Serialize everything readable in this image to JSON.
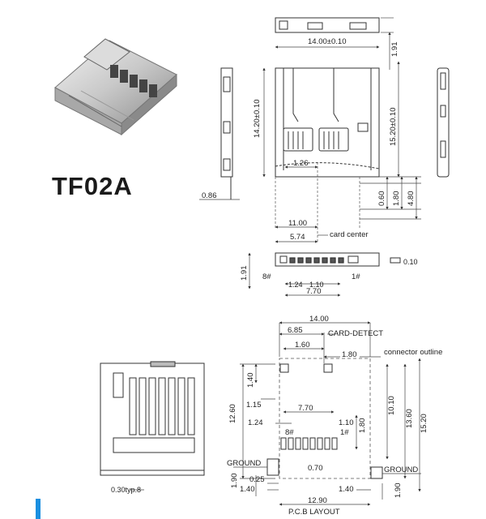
{
  "part_number": "TF02A",
  "colors": {
    "accent_bar": "#1a8fe0",
    "line": "#333333",
    "dim": "#444444"
  },
  "top_view": {
    "dims": {
      "width": "14.00±0.10",
      "top_gap": "1.91",
      "height_left": "14.20±0.10",
      "height_right": "15.20±0.10",
      "pitch": "1.26",
      "r1": "0.60",
      "r2": "1.80",
      "r3": "4.80",
      "c1": "11.00",
      "c2": "5.74",
      "left_0_86": "0.86"
    },
    "labels": {
      "card_center": "card center"
    }
  },
  "front_view": {
    "dims": {
      "height": "1.91",
      "pin8": "8#",
      "pin1": "1#",
      "pitch_a": "1.24",
      "pitch_b": "1.10",
      "span": "7.70",
      "thickness": "0.10"
    }
  },
  "bottom_view": {
    "dims": {
      "foot": "0.30typ.8"
    }
  },
  "pcb_layout": {
    "title": "P.C.B LAYOUT",
    "labels": {
      "card_detect": "CARD-DETECT",
      "connector_outline": "connector outline",
      "ground_left": "GROUND",
      "ground_right": "GROUND",
      "pin8": "8#",
      "pin1": "1#"
    },
    "dims": {
      "width": "14.00",
      "d6_85": "6.85",
      "d1_60": "1.60",
      "d1_80a": "1.80",
      "d1_40a": "1.40",
      "d1_15": "1.15",
      "d12_60": "12.60",
      "d7_70": "7.70",
      "d1_24": "1.24",
      "d1_10": "1.10",
      "d1_80b": "1.80",
      "d10_10": "10.10",
      "d13_60": "13.60",
      "d15_20": "15.20",
      "d0_70": "0.70",
      "d0_25": "0.25",
      "d1_40b": "1.40",
      "d1_40c": "1.40",
      "d1_90a": "1.90",
      "d1_90b": "1.90",
      "d12_90": "12.90"
    }
  }
}
